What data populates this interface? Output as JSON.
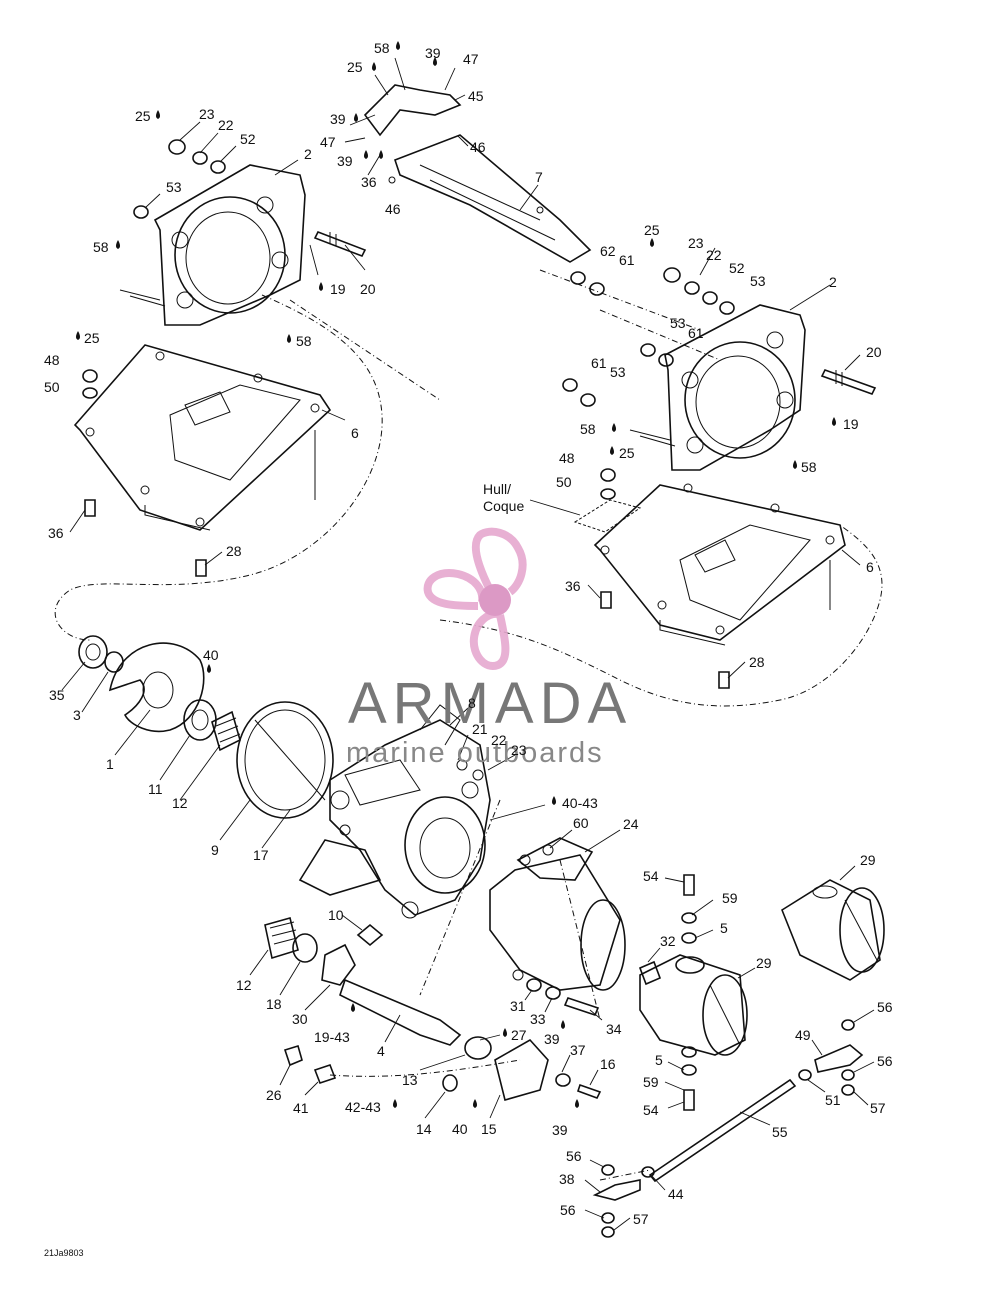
{
  "callouts": [
    "58",
    "39",
    "47",
    "25",
    "45",
    "39",
    "47",
    "39",
    "36",
    "46",
    "46",
    "7",
    "25",
    "23",
    "22",
    "52",
    "2",
    "53",
    "58",
    "19",
    "20",
    "58",
    "25",
    "48",
    "50",
    "6",
    "36",
    "28",
    "25",
    "23",
    "22",
    "52",
    "53",
    "62",
    "61",
    "53",
    "61",
    "2",
    "20",
    "61",
    "53",
    "19",
    "58",
    "48",
    "25",
    "50",
    "58",
    "6",
    "36",
    "28",
    "35",
    "3",
    "40",
    "1",
    "11",
    "12",
    "9",
    "17",
    "8",
    "21",
    "22",
    "23",
    "40-43",
    "60",
    "24",
    "10",
    "12",
    "18",
    "30",
    "19-43",
    "4",
    "27",
    "13",
    "26",
    "41",
    "42-43",
    "14",
    "40",
    "15",
    "37",
    "16",
    "39",
    "31",
    "33",
    "39",
    "34",
    "54",
    "59",
    "5",
    "32",
    "29",
    "29",
    "5",
    "59",
    "54",
    "56",
    "49",
    "56",
    "51",
    "57",
    "55",
    "56",
    "38",
    "44",
    "56",
    "57"
  ],
  "hull_label_line1": "Hull/",
  "hull_label_line2": "Coque",
  "drawing_code": "21Ja9803",
  "watermark": {
    "title": "ARMADA",
    "subtitle": "marine outboards",
    "color_pink": "#e6a8cf",
    "color_dark": "#c77aaa",
    "color_gray": "#777777"
  }
}
